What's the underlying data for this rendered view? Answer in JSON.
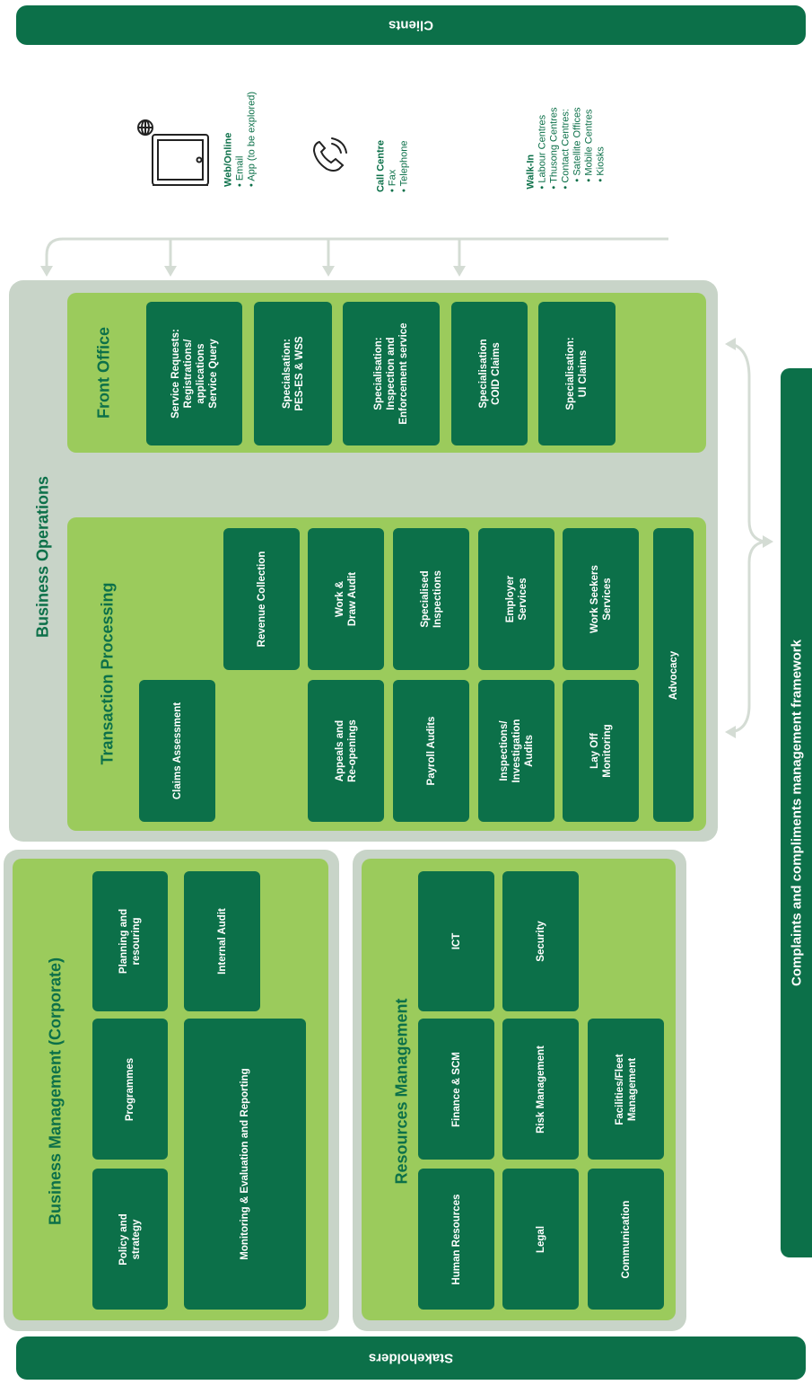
{
  "ribbons": {
    "clients": "Clients",
    "stakeholders": "Stakeholders",
    "complaints": "Complaints and compliments management framework"
  },
  "channels": {
    "web": {
      "title": "Web/Online",
      "items": [
        "• Email",
        "• App (to be explored)"
      ]
    },
    "call": {
      "title": "Call Centre",
      "items": [
        "• Fax",
        "• Telephone"
      ]
    },
    "walkin": {
      "title": "Walk-In",
      "items": [
        "• Labour Centres",
        "• Thusong Centres",
        "• Contact Centres:",
        "• Satellite Offices",
        "• Mobile Centres",
        "• Kiosks"
      ]
    }
  },
  "business_operations": {
    "title": "Business Operations",
    "front_office": {
      "title": "Front Office",
      "items": [
        "Service Requests:\nRegistrations/\napplications\nService Query",
        "Specialsation:\nPES-ES & WSS",
        "Specialisation:\nInspection and\nEnforcement service",
        "Specialisation\nCOID Claims",
        "Specialisation:\nUI Claims"
      ]
    },
    "transaction_processing": {
      "title": "Transaction Processing",
      "items": {
        "claims": "Claims Assessment",
        "revenue": "Revenue Collection",
        "work_draw": "Work &\nDraw Audit",
        "appeals": "Appeals and\nRe-openings",
        "specialised": "Specialised\nInspections",
        "payroll": "Payroll Audits",
        "employer": "Employer\nServices",
        "inspections": "Inspections/\nInvestigation\nAudits",
        "workseekers": "Work Seekers\nServices",
        "layoff": "Lay Off\nMonitoring",
        "advocacy": "Advocacy"
      }
    }
  },
  "business_management": {
    "title": "Business Management (Corporate)",
    "items": {
      "policy": "Policy and\nstrategy",
      "programmes": "Programmes",
      "planning": "Planning and\nresouring",
      "mer": "Monitoring & Evaluation and Reporting",
      "audit": "Internal Audit"
    }
  },
  "resources_management": {
    "title": "Resources Management",
    "items": {
      "hr": "Human Resources",
      "finance": "Finance & SCM",
      "ict": "ICT",
      "legal": "Legal",
      "risk": "Risk Management",
      "security": "Security",
      "communication": "Communication",
      "facilities": "Facilities/Fleet\nManagement"
    }
  },
  "colors": {
    "dark_green": "#0c7049",
    "lime": "#9bcb5c",
    "grey": "#c8d4c8",
    "arrow": "#d4dcd4"
  }
}
